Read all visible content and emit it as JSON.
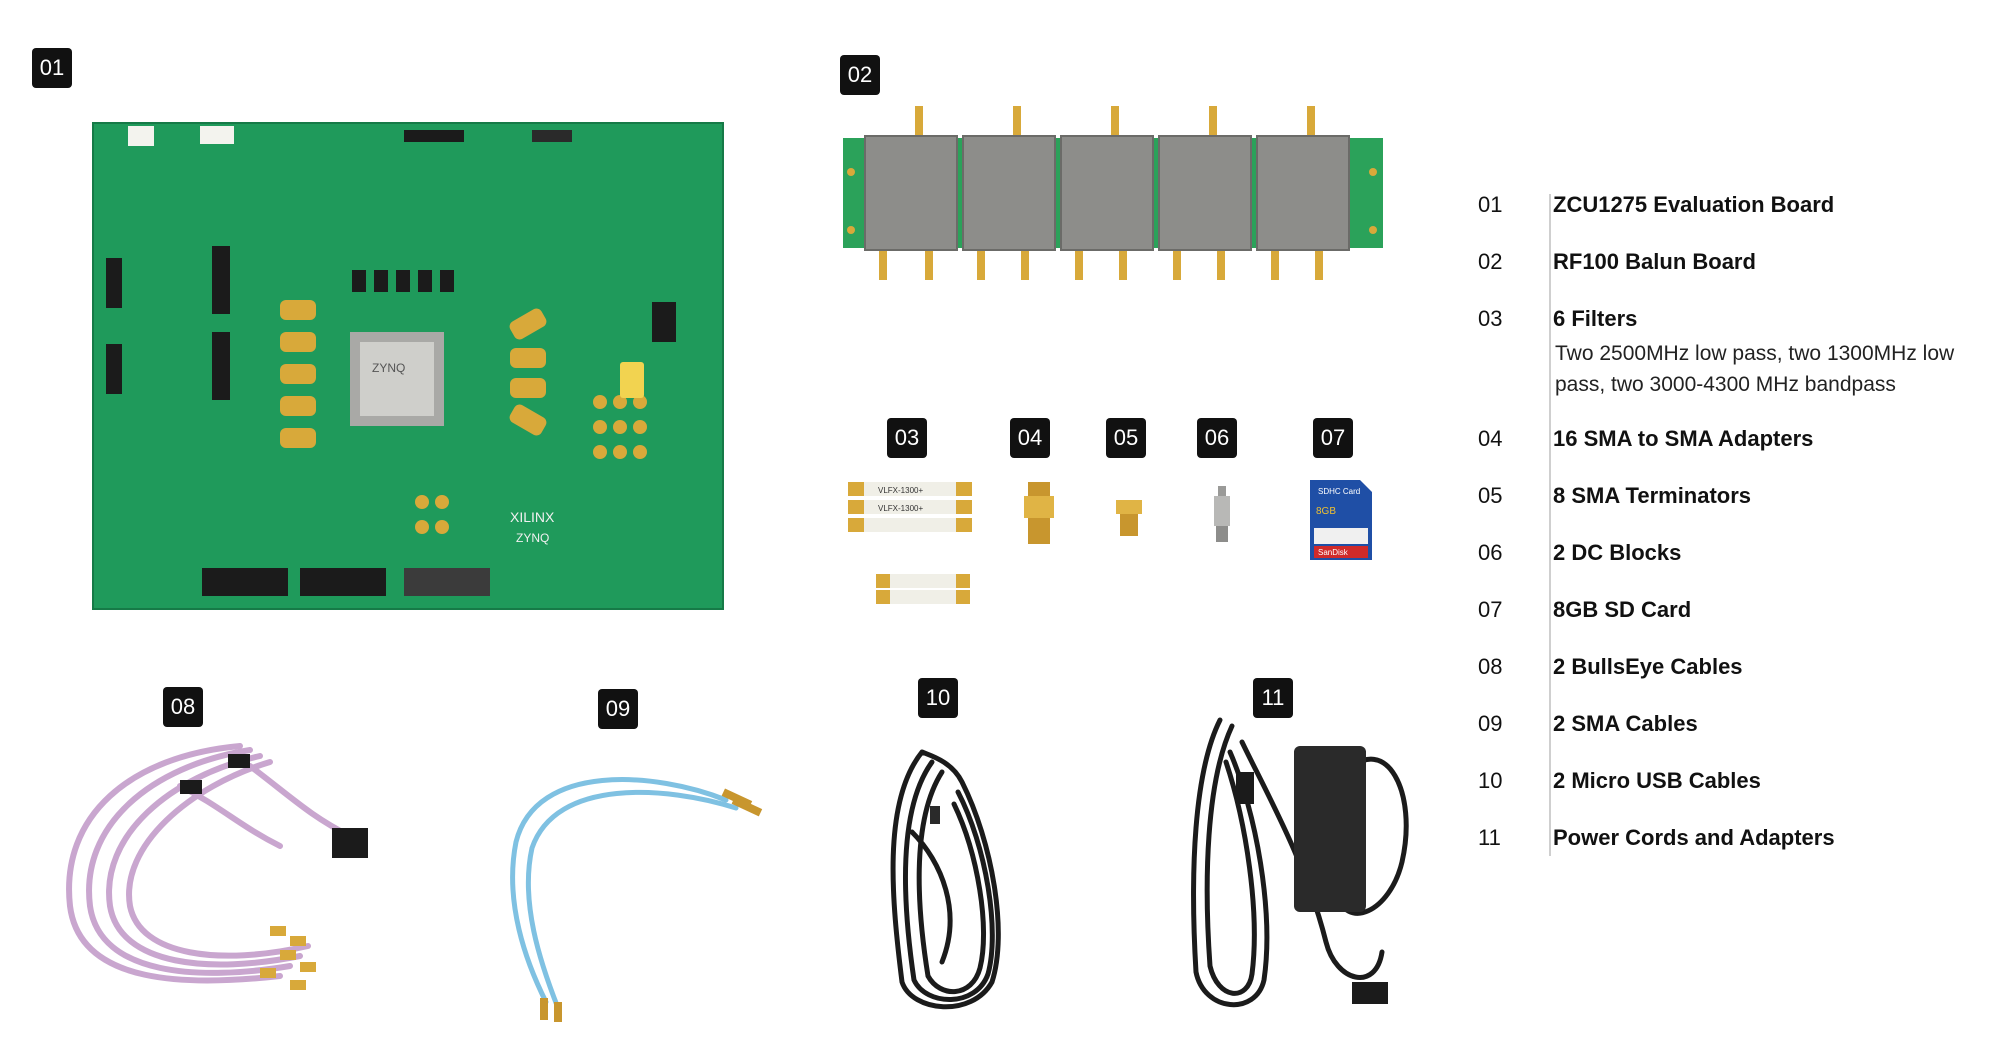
{
  "badges": [
    "01",
    "02",
    "03",
    "04",
    "05",
    "06",
    "07",
    "08",
    "09",
    "10",
    "11"
  ],
  "legend": [
    {
      "num": "01",
      "label": "ZCU1275 Evaluation Board"
    },
    {
      "num": "02",
      "label": "RF100 Balun Board"
    },
    {
      "num": "03",
      "label": "6 Filters",
      "desc": "Two 2500MHz low pass, two 1300MHz low pass, two 3000-4300 MHz bandpass"
    },
    {
      "num": "04",
      "label": "16 SMA to SMA Adapters"
    },
    {
      "num": "05",
      "label": "8 SMA Terminators"
    },
    {
      "num": "06",
      "label": "2 DC Blocks"
    },
    {
      "num": "07",
      "label": "8GB SD Card"
    },
    {
      "num": "08",
      "label": "2 BullsEye Cables"
    },
    {
      "num": "09",
      "label": "2 SMA Cables"
    },
    {
      "num": "10",
      "label": "2 Micro USB Cables"
    },
    {
      "num": "11",
      "label": "Power Cords and Adapters"
    }
  ],
  "board_print": {
    "brand": "XILINX",
    "chip": "ZYNQ"
  },
  "sd_print": {
    "top": "SDHC Card",
    "capacity": "8GB",
    "brand": "SanDisk"
  },
  "filter_print": {
    "f1": "VLFX-1300+",
    "f2": "VLFX-1300+"
  },
  "colors": {
    "board": "#1f9a5b",
    "gold": "#d8a93a",
    "cable_purple": "#c9a6cf",
    "cable_blue": "#7fc1e2",
    "black": "#1b1b1b"
  }
}
